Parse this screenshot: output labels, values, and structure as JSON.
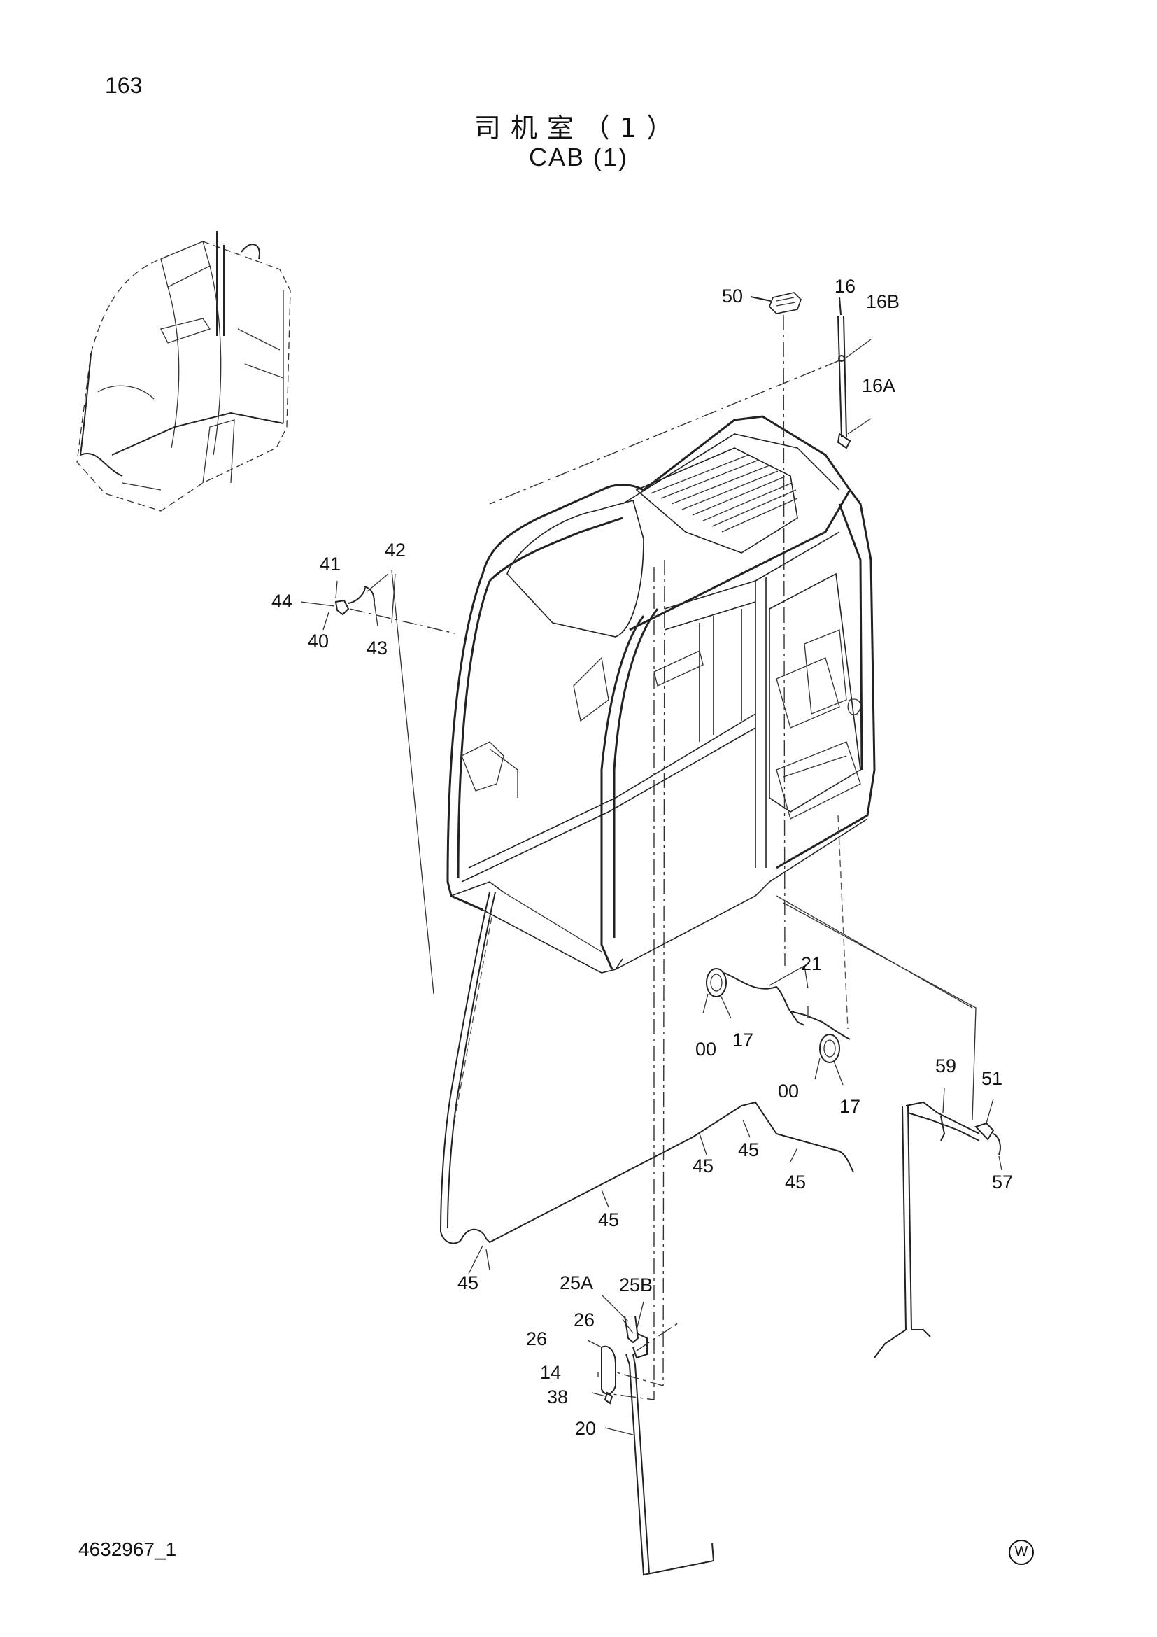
{
  "page": {
    "page_number": "163",
    "title_zh": "司机室（1）",
    "title_en": "CAB (1)",
    "doc_number": "4632967_1",
    "watermark_symbol": "W"
  },
  "callouts": [
    {
      "id": "c50",
      "label": "50"
    },
    {
      "id": "c16",
      "label": "16"
    },
    {
      "id": "c16B",
      "label": "16B"
    },
    {
      "id": "c16A",
      "label": "16A"
    },
    {
      "id": "c41",
      "label": "41"
    },
    {
      "id": "c42",
      "label": "42"
    },
    {
      "id": "c44",
      "label": "44"
    },
    {
      "id": "c40",
      "label": "40"
    },
    {
      "id": "c43",
      "label": "43"
    },
    {
      "id": "c21",
      "label": "21"
    },
    {
      "id": "c00a",
      "label": "00"
    },
    {
      "id": "c17a",
      "label": "17"
    },
    {
      "id": "c00b",
      "label": "00"
    },
    {
      "id": "c17b",
      "label": "17"
    },
    {
      "id": "c59",
      "label": "59"
    },
    {
      "id": "c51",
      "label": "51"
    },
    {
      "id": "c57",
      "label": "57"
    },
    {
      "id": "c45a",
      "label": "45"
    },
    {
      "id": "c45b",
      "label": "45"
    },
    {
      "id": "c45c",
      "label": "45"
    },
    {
      "id": "c45d",
      "label": "45"
    },
    {
      "id": "c45e",
      "label": "45"
    },
    {
      "id": "c25A",
      "label": "25A"
    },
    {
      "id": "c25B",
      "label": "25B"
    },
    {
      "id": "c26a",
      "label": "26"
    },
    {
      "id": "c26b",
      "label": "26"
    },
    {
      "id": "c14",
      "label": "14"
    },
    {
      "id": "c38",
      "label": "38"
    },
    {
      "id": "c20",
      "label": "20"
    }
  ]
}
